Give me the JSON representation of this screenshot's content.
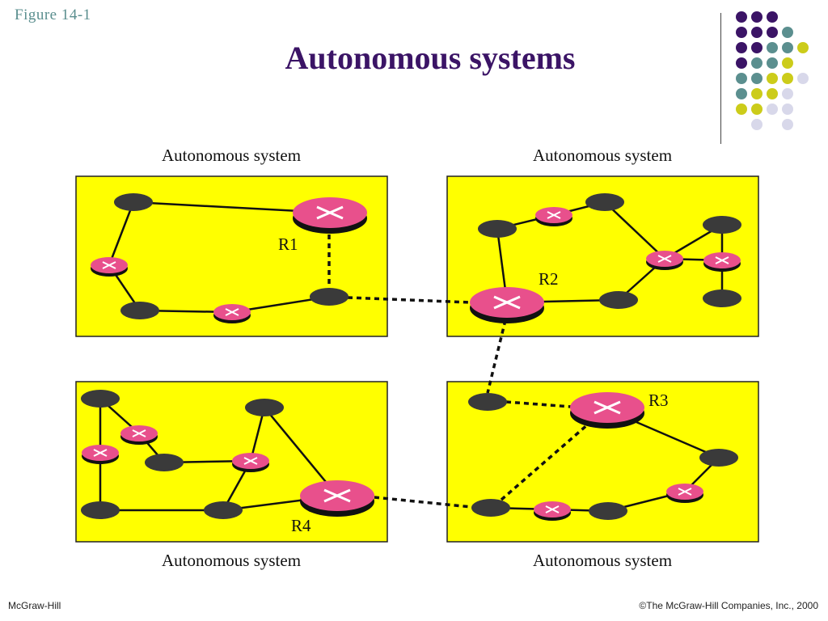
{
  "figure_label": "Figure  14-1",
  "title": "Autonomous systems",
  "box_caption": "Autonomous system",
  "routers": {
    "r1": "R1",
    "r2": "R2",
    "r3": "R3",
    "r4": "R4"
  },
  "footer": {
    "publisher": "McGraw-Hill",
    "copyright": "©The McGraw-Hill Companies, Inc., 2000"
  },
  "colors": {
    "box_fill": "#ffff00",
    "host_node": "#3a3a3a",
    "router": "#e8508c",
    "title": "#3b1466",
    "figure_label": "#5b8f8f"
  }
}
